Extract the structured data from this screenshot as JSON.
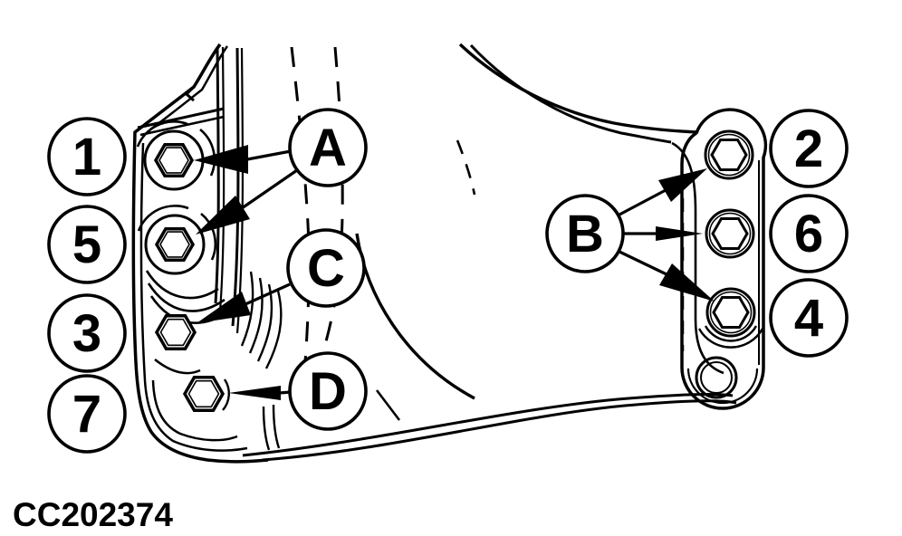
{
  "diagram": {
    "type": "technical-illustration",
    "caption": "CC202374",
    "colors": {
      "line": "#000000",
      "background": "#ffffff"
    },
    "icons": {
      "bolt": "hex-bolt-icon",
      "hole": "round-hole-icon"
    },
    "number_callouts": [
      {
        "label": "1"
      },
      {
        "label": "5"
      },
      {
        "label": "3"
      },
      {
        "label": "7"
      },
      {
        "label": "2"
      },
      {
        "label": "6"
      },
      {
        "label": "4"
      }
    ],
    "letter_callouts": [
      {
        "label": "A",
        "arrow_targets": [
          "1",
          "5"
        ]
      },
      {
        "label": "C",
        "arrow_targets": [
          "3"
        ]
      },
      {
        "label": "D",
        "arrow_targets": [
          "7"
        ]
      },
      {
        "label": "B",
        "arrow_targets": [
          "2",
          "6",
          "4"
        ]
      }
    ]
  }
}
